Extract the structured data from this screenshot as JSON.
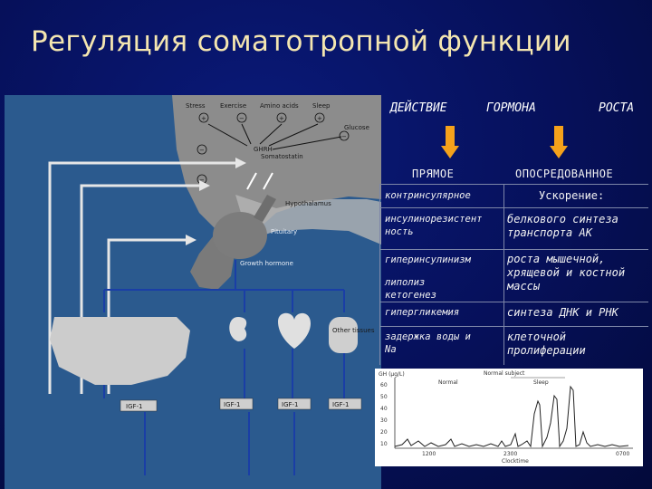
{
  "slide": {
    "title": "Регуляция соматотропной функции"
  },
  "diagram": {
    "labels": {
      "stress": "Stress",
      "exercise": "Exercise",
      "amino": "Amino acids",
      "sleep": "Sleep",
      "glucose": "Glucose",
      "ghrh": "GHRH",
      "somatostatin": "Somatostatin",
      "hypothalamus": "Hypothalamus",
      "pituitary": "Pituitary",
      "growth_hormone": "Growth hormone",
      "other_tissues": "Other tissues",
      "igf": "IGF-1"
    },
    "signs": [
      "+",
      "−",
      "+",
      "+",
      "−",
      "−",
      "−"
    ]
  },
  "table": {
    "header": [
      "ДЕЙСТВИЕ",
      "ГОРМОНА",
      "РОСТА"
    ],
    "columns": [
      "ПРЯМОЕ",
      "ОПОСРЕДОВАННОЕ"
    ],
    "left_rows": [
      "контринсулярное",
      "инсулинорезистент\nность",
      "гиперинсулинизм",
      "липолиз\nкетогенез",
      "гипергликемия",
      "задержка воды и\nNa"
    ],
    "right_rows": [
      "Ускорение:",
      "белкового синтеза\nтранспорта АК",
      "роста мышечной,\nхрящевой и костной\nмассы",
      "синтеза ДНК и РНК",
      "клеточной\nпролиферации"
    ],
    "arrow_color": "#f5a21b"
  },
  "graph": {
    "ylabel": "GH (μg/L)",
    "legend": "Normal subject",
    "normal": "Normal",
    "sleep": "Sleep",
    "y_ticks": [
      "60",
      "50",
      "40",
      "30",
      "20",
      "10"
    ],
    "x_ticks": [
      "1200",
      "2300",
      "0700"
    ],
    "xlabel": "Clocktime"
  }
}
